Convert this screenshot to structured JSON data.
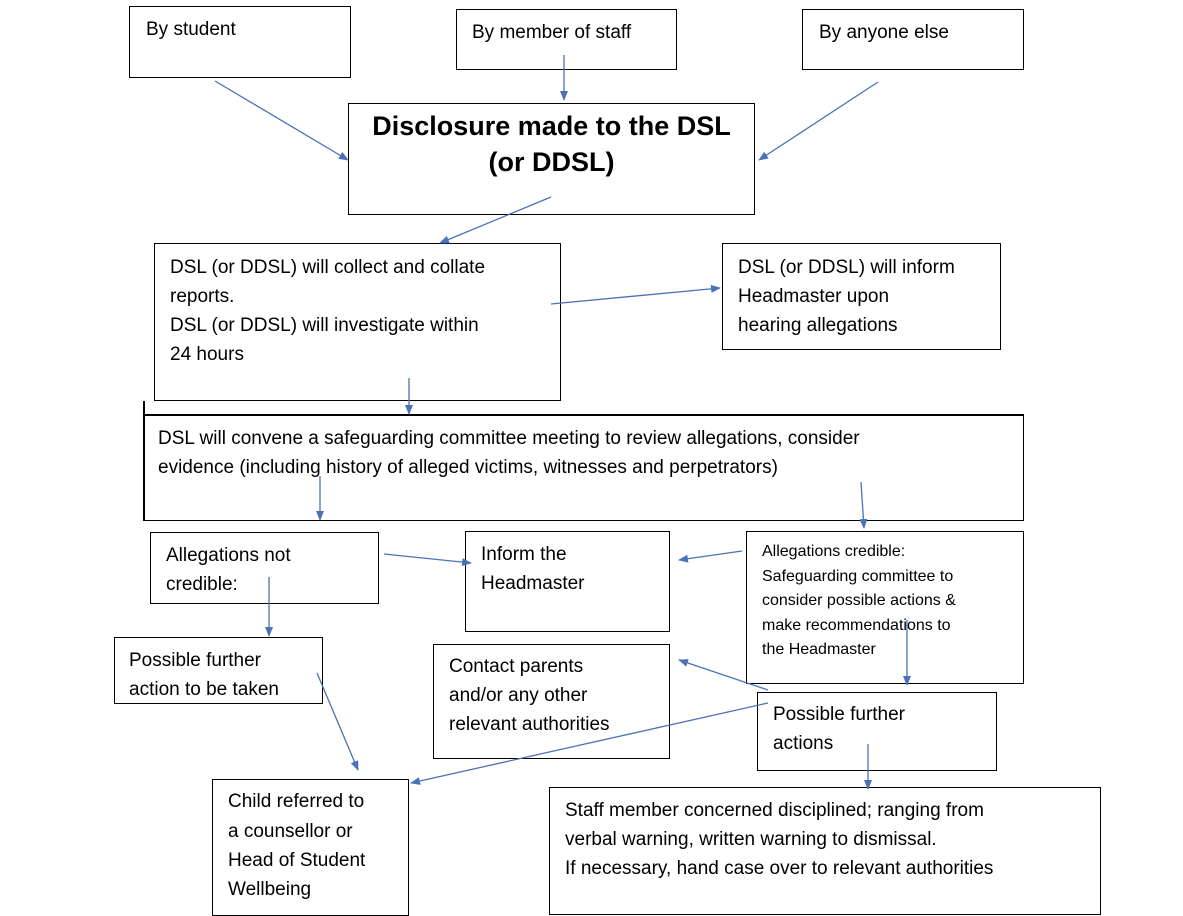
{
  "sources": {
    "student": "By student",
    "staff": "By member of staff",
    "anyone": "By anyone else"
  },
  "disclosure": {
    "line1": "Disclosure made to the DSL",
    "line2": "(or DDSL)"
  },
  "collect": {
    "line1": "DSL (or DDSL) will collect and collate",
    "line2": "reports.",
    "line3": "DSL (or DDSL) will investigate within",
    "line4": "24 hours"
  },
  "inform_head_on_hearing": {
    "line1": "DSL (or DDSL) will inform",
    "line2": "Headmaster upon",
    "line3": "hearing allegations"
  },
  "committee": {
    "line1": "DSL will convene a safeguarding committee meeting to review allegations, consider",
    "line2": "evidence (including history of alleged victims, witnesses and perpetrators)"
  },
  "not_credible": {
    "line1": "Allegations not",
    "line2": "credible:"
  },
  "inform_headmaster": {
    "line1": "Inform the",
    "line2": "Headmaster"
  },
  "credible": {
    "line1": "Allegations credible:",
    "line2": "Safeguarding committee to",
    "line3": "consider possible actions &",
    "line4": "make recommendations to",
    "line5": "the Headmaster"
  },
  "further_action": {
    "line1": "Possible further",
    "line2": "action to be taken"
  },
  "contact_parents": {
    "line1": "Contact parents",
    "line2": "and/or any other",
    "line3": "relevant authorities"
  },
  "further_actions": {
    "line1": "Possible further",
    "line2": "actions"
  },
  "child_referred": {
    "line1": "Child referred to",
    "line2": "a counsellor or",
    "line3": "Head of Student",
    "line4": "Wellbeing"
  },
  "staff_disciplined": {
    "line1": "Staff member concerned disciplined; ranging from",
    "line2": "verbal warning, written warning to dismissal.",
    "line3": "If necessary, hand case over to relevant authorities"
  },
  "colors": {
    "arrow": "#4a72b8",
    "border": "#000000"
  }
}
